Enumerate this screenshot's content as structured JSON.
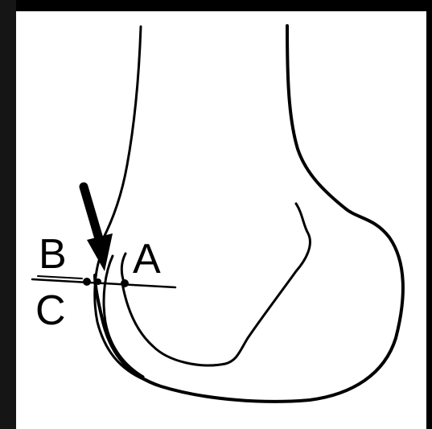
{
  "figure": {
    "labels": {
      "a": "A",
      "b": "B",
      "c": "C"
    },
    "colors": {
      "background": "#ffffff",
      "ink": "#000000",
      "border": "#1a1a1a"
    }
  }
}
